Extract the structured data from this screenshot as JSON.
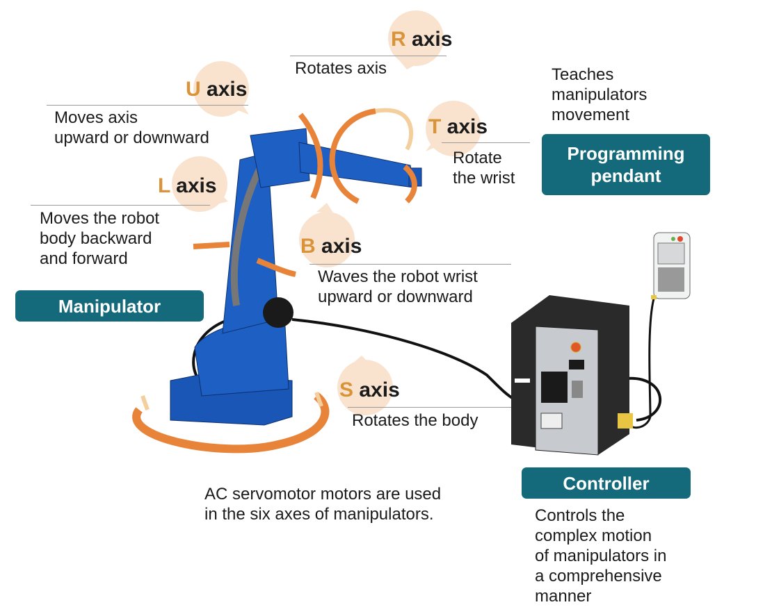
{
  "axes": {
    "r": {
      "letter": "R",
      "word": "axis",
      "desc": "Rotates axis"
    },
    "u": {
      "letter": "U",
      "word": "axis",
      "desc": "Moves axis\nupward or downward"
    },
    "l": {
      "letter": "L",
      "word": "axis",
      "desc": "Moves the robot\nbody backward\nand forward"
    },
    "b": {
      "letter": "B",
      "word": "axis",
      "desc": "Waves the robot wrist\nupward or downward"
    },
    "t": {
      "letter": "T",
      "word": "axis",
      "desc": "Rotate\nthe wrist"
    },
    "s": {
      "letter": "S",
      "word": "axis",
      "desc": "Rotates the body"
    }
  },
  "pendant": {
    "desc": "Teaches\nmanipulators\nmovement",
    "label": "Programming\npendant"
  },
  "manipulator": {
    "label": "Manipulator"
  },
  "controller": {
    "label": "Controller",
    "desc": "Controls the\ncomplex motion\nof manipulators in\na comprehensive\nmanner"
  },
  "note": "AC servomotor motors are used\nin the six axes of manipulators.",
  "colors": {
    "teal": "#146a7a",
    "orange": "#d9943a",
    "bubble": "#f9e3cf",
    "robot_blue": "#1e5fc4",
    "arrow": "#e8843a"
  }
}
